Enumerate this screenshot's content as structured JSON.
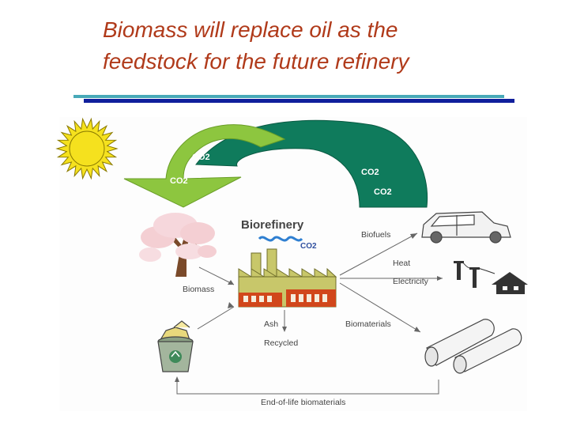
{
  "title": {
    "line1": "Biomass will replace oil as the",
    "line2": "feedstock for the future refinery"
  },
  "diagram": {
    "center_label": "Biorefinery",
    "center_co2": "CO2",
    "arc_labels": [
      "CO2",
      "CO2",
      "CO2",
      "CO2"
    ],
    "outputs": {
      "biofuels": "Biofuels",
      "heat": "Heat",
      "electricity": "Electricity",
      "biomaterials": "Biomaterials"
    },
    "input": "Biomass",
    "ash": "Ash",
    "recycled": "Recycled",
    "end_of_life": "End-of-life biomaterials"
  },
  "colors": {
    "title": "#b03a1a",
    "rule_light": "#48a9b8",
    "rule_dark": "#101f9c",
    "arrow_light_green": "#8dc63f",
    "arrow_dark_green": "#0f7b5c",
    "sun": "#f5e11e",
    "factory": "#c8c76a",
    "factory_brick": "#d1471b",
    "pollution_blue": "#2f7fd1"
  }
}
